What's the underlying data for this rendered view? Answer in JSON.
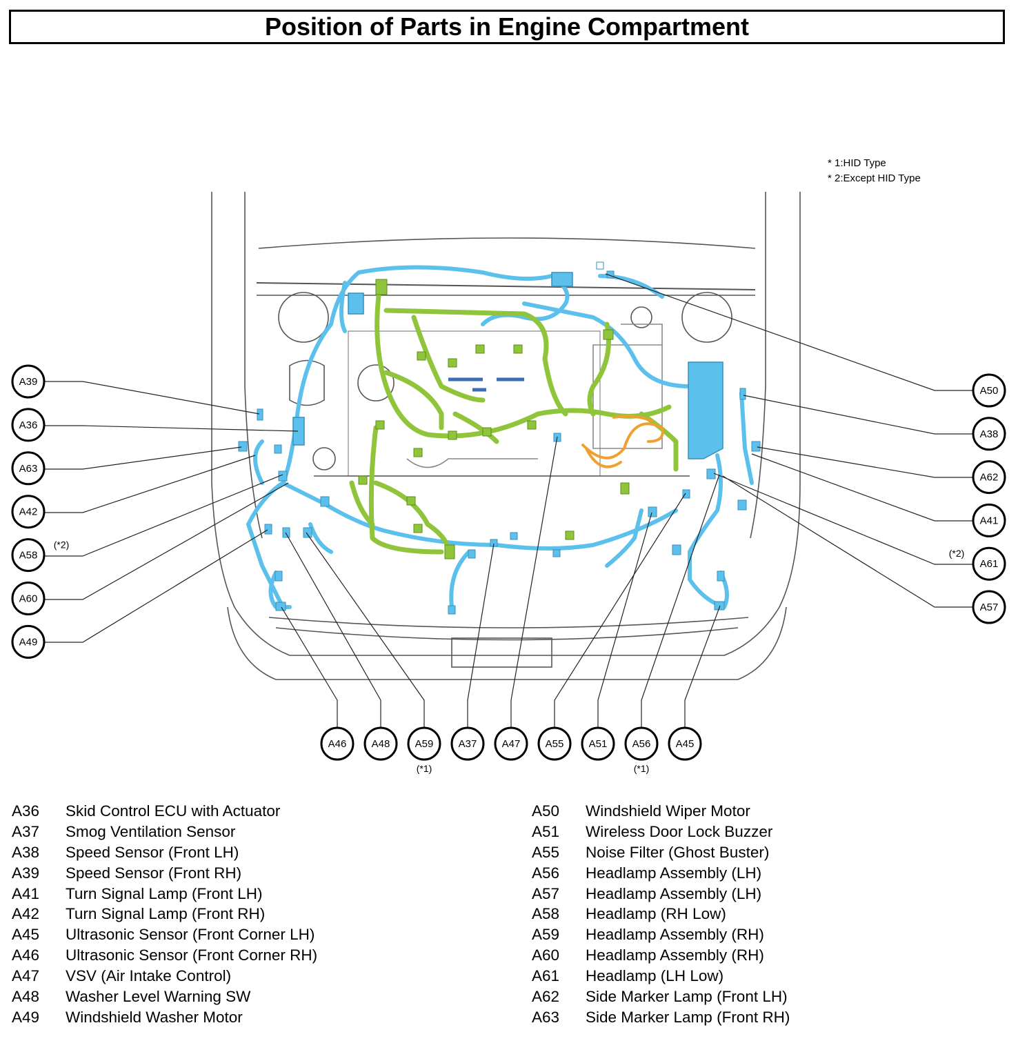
{
  "title": "Position of Parts in Engine Compartment",
  "notes": [
    "* 1:HID Type",
    "* 2:Except HID Type"
  ],
  "callouts": {
    "left": [
      {
        "code": "A39",
        "note": ""
      },
      {
        "code": "A36",
        "note": ""
      },
      {
        "code": "A63",
        "note": ""
      },
      {
        "code": "A42",
        "note": ""
      },
      {
        "code": "A58",
        "note": "(*2)"
      },
      {
        "code": "A60",
        "note": ""
      },
      {
        "code": "A49",
        "note": ""
      }
    ],
    "right": [
      {
        "code": "A50",
        "note": ""
      },
      {
        "code": "A38",
        "note": ""
      },
      {
        "code": "A62",
        "note": ""
      },
      {
        "code": "A41",
        "note": ""
      },
      {
        "code": "A61",
        "note": "(*2)"
      },
      {
        "code": "A57",
        "note": ""
      }
    ],
    "bottom": [
      {
        "code": "A46",
        "note": ""
      },
      {
        "code": "A48",
        "note": ""
      },
      {
        "code": "A59",
        "note": "(*1)"
      },
      {
        "code": "A37",
        "note": ""
      },
      {
        "code": "A47",
        "note": ""
      },
      {
        "code": "A55",
        "note": ""
      },
      {
        "code": "A51",
        "note": ""
      },
      {
        "code": "A56",
        "note": "(*1)"
      },
      {
        "code": "A45",
        "note": ""
      }
    ]
  },
  "legend": {
    "left": [
      {
        "code": "A36",
        "name": "Skid Control ECU with Actuator"
      },
      {
        "code": "A37",
        "name": "Smog Ventilation Sensor"
      },
      {
        "code": "A38",
        "name": "Speed Sensor (Front LH)"
      },
      {
        "code": "A39",
        "name": "Speed Sensor (Front RH)"
      },
      {
        "code": "A41",
        "name": "Turn Signal Lamp (Front LH)"
      },
      {
        "code": "A42",
        "name": "Turn Signal Lamp (Front RH)"
      },
      {
        "code": "A45",
        "name": "Ultrasonic Sensor (Front Corner LH)"
      },
      {
        "code": "A46",
        "name": "Ultrasonic Sensor (Front Corner RH)"
      },
      {
        "code": "A47",
        "name": "VSV (Air Intake Control)"
      },
      {
        "code": "A48",
        "name": "Washer Level Warning SW"
      },
      {
        "code": "A49",
        "name": "Windshield Washer Motor"
      }
    ],
    "right": [
      {
        "code": "A50",
        "name": "Windshield Wiper Motor"
      },
      {
        "code": "A51",
        "name": "Wireless Door Lock Buzzer"
      },
      {
        "code": "A55",
        "name": "Noise Filter (Ghost Buster)"
      },
      {
        "code": "A56",
        "name": "Headlamp Assembly (LH)"
      },
      {
        "code": "A57",
        "name": "Headlamp Assembly (LH)"
      },
      {
        "code": "A58",
        "name": "Headlamp (RH Low)"
      },
      {
        "code": "A59",
        "name": "Headlamp Assembly (RH)"
      },
      {
        "code": "A60",
        "name": "Headlamp Assembly (RH)"
      },
      {
        "code": "A61",
        "name": "Headlamp (LH Low)"
      },
      {
        "code": "A62",
        "name": "Side Marker Lamp (Front LH)"
      },
      {
        "code": "A63",
        "name": "Side Marker Lamp (Front RH)"
      }
    ]
  },
  "colors": {
    "harness_blue": "#5bc0eb",
    "harness_green": "#8fc43b",
    "harness_orange": "#f0a030",
    "harness_dark_blue": "#3a6db5",
    "outline": "#555555",
    "leader": "#222222"
  }
}
